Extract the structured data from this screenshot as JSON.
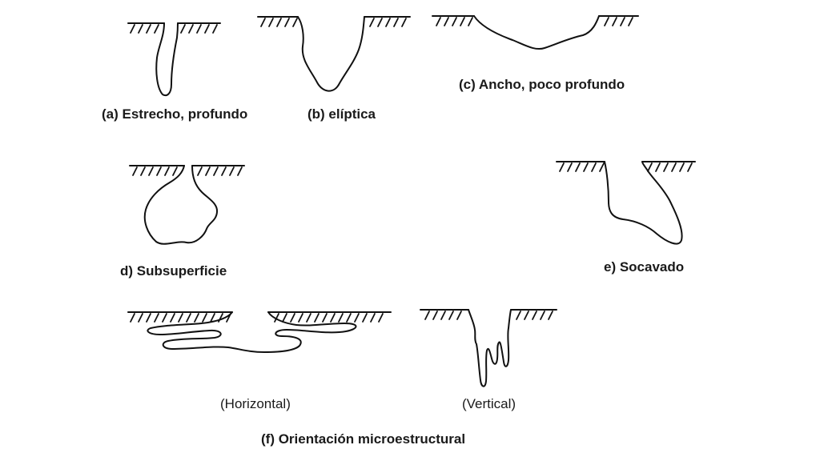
{
  "labels": {
    "a": "(a) Estrecho, profundo",
    "b": "(b) elíptica",
    "c": "(c) Ancho, poco profundo",
    "d": "d) Subsuperficie",
    "e": "e) Socavado",
    "horizontal": "(Horizontal)",
    "vertical": "(Vertical)",
    "f": "(f) Orientación microestructural"
  },
  "colors": {
    "line": "#111111",
    "text": "#1a1a1a",
    "background": "#ffffff"
  }
}
